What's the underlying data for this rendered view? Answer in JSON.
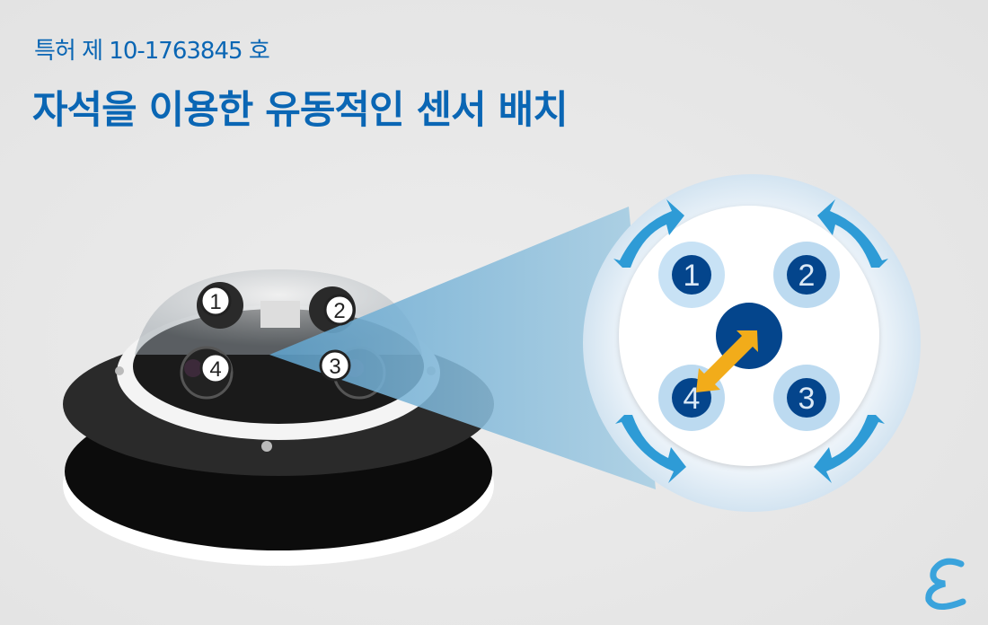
{
  "header": {
    "patent_number": "특허 제 10-1763845 호",
    "title": "자석을 이용한 유동적인 센서 배치"
  },
  "camera_labels": [
    "1",
    "2",
    "3",
    "4"
  ],
  "diagram": {
    "sensors": [
      "1",
      "2",
      "3",
      "4"
    ],
    "colors": {
      "accent": "#0a66b4",
      "sensor_dark": "#04458c",
      "sensor_ring": "#bcdaf0",
      "arrow_blue": "#2e9bd6",
      "arrow_yellow": "#f2ac1a"
    }
  }
}
